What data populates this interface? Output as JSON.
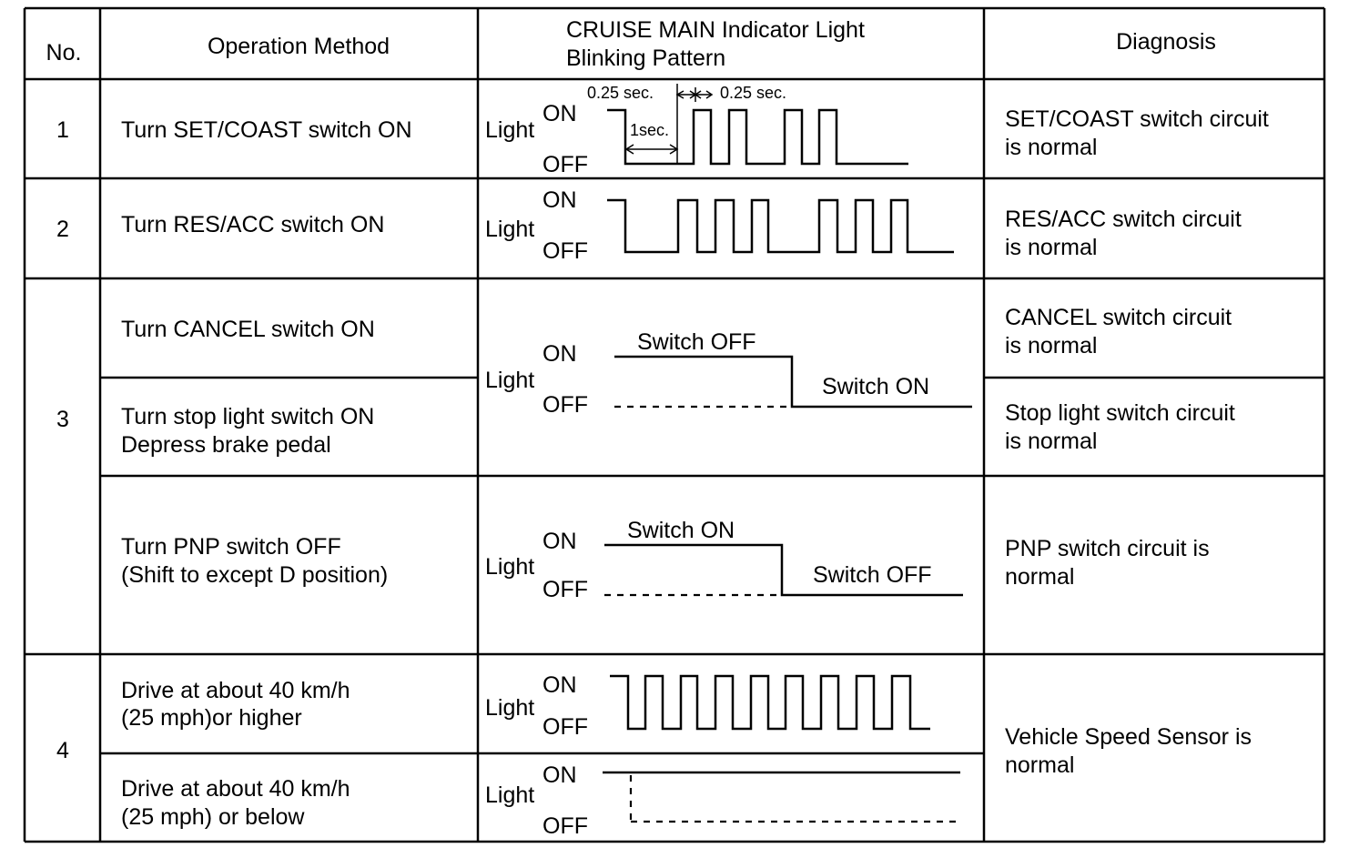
{
  "header": {
    "no": "No.",
    "operation": "Operation Method",
    "pattern_line1": "CRUISE MAIN Indicator Light",
    "pattern_line2": "Blinking Pattern",
    "diagnosis": "Diagnosis"
  },
  "axis": {
    "light": "Light",
    "on": "ON",
    "off": "OFF"
  },
  "rows": [
    {
      "no": "1",
      "operation": [
        "Turn SET/COAST switch ON"
      ],
      "diagnosis": [
        "SET/COAST switch circuit",
        "is normal"
      ],
      "timing": {
        "t1": "0.25 sec.",
        "t2": "0.25 sec.",
        "t3": "1sec."
      }
    },
    {
      "no": "2",
      "operation": [
        "Turn RES/ACC switch ON"
      ],
      "diagnosis": [
        "RES/ACC switch circuit",
        "is normal"
      ]
    },
    {
      "no": "3",
      "operation_a": [
        "Turn CANCEL switch ON"
      ],
      "operation_b": [
        "Turn stop light switch ON",
        "Depress brake pedal"
      ],
      "diagnosis_a": [
        "CANCEL switch circuit",
        "is normal"
      ],
      "diagnosis_b": [
        "Stop light switch circuit",
        "is normal"
      ],
      "label_before": "Switch OFF",
      "label_after": "Switch ON"
    },
    {
      "operation": [
        "Turn PNP switch OFF",
        "(Shift to except D position)"
      ],
      "diagnosis": [
        "PNP switch circuit is",
        "normal"
      ],
      "label_before": "Switch ON",
      "label_after": "Switch OFF"
    },
    {
      "no": "4",
      "operation_a": [
        "Drive at about 40 km/h",
        "(25 mph)or higher"
      ],
      "operation_b": [
        "Drive at about 40 km/h",
        "(25 mph) or below"
      ],
      "diagnosis": [
        "Vehicle Speed Sensor is",
        "normal"
      ]
    }
  ]
}
